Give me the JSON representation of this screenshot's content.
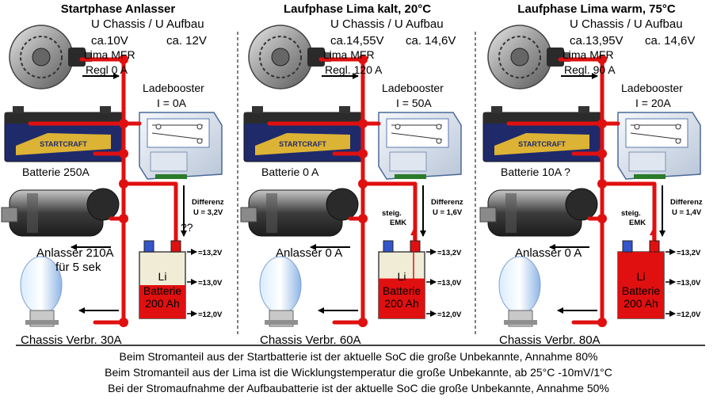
{
  "panels": [
    {
      "title": "Startphase Anlasser",
      "u_header": "U Chassis / U Aufbau",
      "u_chassis": "ca.10V",
      "u_aufbau": "ca. 12V",
      "lima_label": "Lima MFR",
      "regl_label": "Regl 0 A",
      "booster_label": "Ladebooster",
      "booster_current": "I = 0A",
      "batterie_label": "Batterie 250A",
      "differenz_label": "Differenz",
      "differenz_value": "U = 3,2V",
      "emk_label": "??",
      "anlasser_label": "Anlasser 210A",
      "anlasser_sub": "für 5 sek",
      "li_label": "Li",
      "li_batt_label": "Batterie",
      "li_batt_cap": "200 Ah",
      "volt_1": "=13,2V",
      "volt_2": "=13,0V",
      "volt_3": "=12,0V",
      "chassis_label": "Chassis Verbr. 30A",
      "li_fill": 0.5
    },
    {
      "title": "Laufphase Lima kalt, 20°C",
      "u_header": "U Chassis / U Aufbau",
      "u_chassis": "ca.14,55V",
      "u_aufbau": "ca. 14,6V",
      "lima_label": "Lima MFR",
      "regl_label": "Regl. 120 A",
      "booster_label": "Ladebooster",
      "booster_current": "I = 50A",
      "batterie_label": "Batterie 0 A",
      "differenz_label": "Differenz",
      "differenz_value": "U = 1,6V",
      "emk_label": "steig.",
      "emk_label2": "EMK",
      "anlasser_label": "Anlasser 0 A",
      "li_label": "Li",
      "li_batt_label": "Batterie",
      "li_batt_cap": "200 Ah",
      "volt_1": "=13,2V",
      "volt_2": "=13,0V",
      "volt_3": "=12,0V",
      "chassis_label": "Chassis Verbr. 60A",
      "li_fill": 0.6
    },
    {
      "title": "Laufphase Lima warm, 75°C",
      "u_header": "U Chassis / U Aufbau",
      "u_chassis": "ca.13,95V",
      "u_aufbau": "ca. 14,6V",
      "lima_label": "Lima MFR",
      "regl_label": "Regl. 90 A",
      "booster_label": "Ladebooster",
      "booster_current": "I = 20A",
      "batterie_label": "Batterie 10A ?",
      "differenz_label": "Differenz",
      "differenz_value": "U = 1,4V",
      "emk_label": "steig.",
      "emk_label2": "EMK",
      "anlasser_label": "Anlasser 0 A",
      "li_label": "Li",
      "li_batt_label": "Batterie",
      "li_batt_cap": "200 Ah",
      "volt_1": "=13,2V",
      "volt_2": "=13,0V",
      "volt_3": "=12,0V",
      "chassis_label": "Chassis Verbr. 80A",
      "li_fill": 1.0
    }
  ],
  "footer": {
    "line1": "Beim Stromanteil aus der Startbatterie ist der aktuelle SoC die große Unbekannte, Annahme 80%",
    "line2": "Beim Stromanteil aus der Lima ist die Wicklungstemperatur die große Unbekannte, ab 25°C -10mV/1°C",
    "line3": "Bei der Stromaufnahme der Aufbaubatterie ist der aktuelle SoC die große Unbekannte, Annahme 50%"
  },
  "colors": {
    "wire": "#e01010",
    "li_fill": "#e01010",
    "li_empty": "#f0ecd6",
    "battery_blue": "#1f2a6b",
    "booster_blue": "#9fb9d8"
  }
}
